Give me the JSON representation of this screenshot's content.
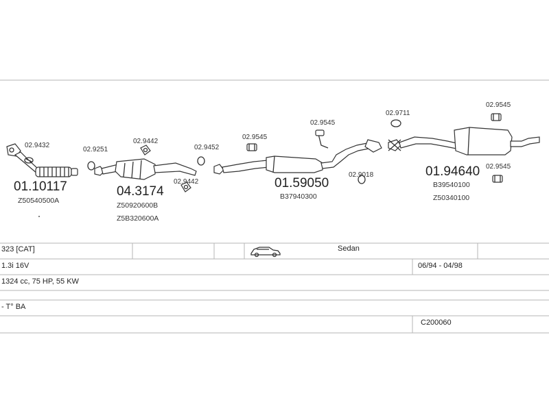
{
  "parts": {
    "front_pipe": {
      "number": "01.10117",
      "oe": "Z50540500A"
    },
    "front_clamp": {
      "number": "02.9432"
    },
    "gasket_1": {
      "number": "02.9251"
    },
    "bracket_1": {
      "number": "02.9442"
    },
    "bracket_2": {
      "number": "02.9442"
    },
    "catalyst": {
      "number": "04.3174",
      "oe_1": "Z50920600B",
      "oe_2": "Z5B320600A"
    },
    "gasket_2": {
      "number": "02.9452"
    },
    "mount_1": {
      "number": "02.9545"
    },
    "centre_silencer": {
      "number": "01.59050",
      "oe": "B37940300"
    },
    "mount_2": {
      "number": "02.9545"
    },
    "gasket_3": {
      "number": "02.9018"
    },
    "gasket_4": {
      "number": "02.9711"
    },
    "mount_3": {
      "number": "02.9545"
    },
    "rear_silencer": {
      "number": "01.94640",
      "oe_1": "B39540100",
      "oe_2": "Z50340100"
    },
    "mount_4": {
      "number": "02.9545"
    }
  },
  "vehicle": {
    "model": "323  [CAT]",
    "body": "Sedan",
    "engine": "1.3i 16V",
    "period": "06/94 - 04/98",
    "specs": "1324 cc, 75 HP, 55 KW",
    "note": "- T° BA",
    "code": "C200060",
    "icon": "car-sedan-icon"
  }
}
